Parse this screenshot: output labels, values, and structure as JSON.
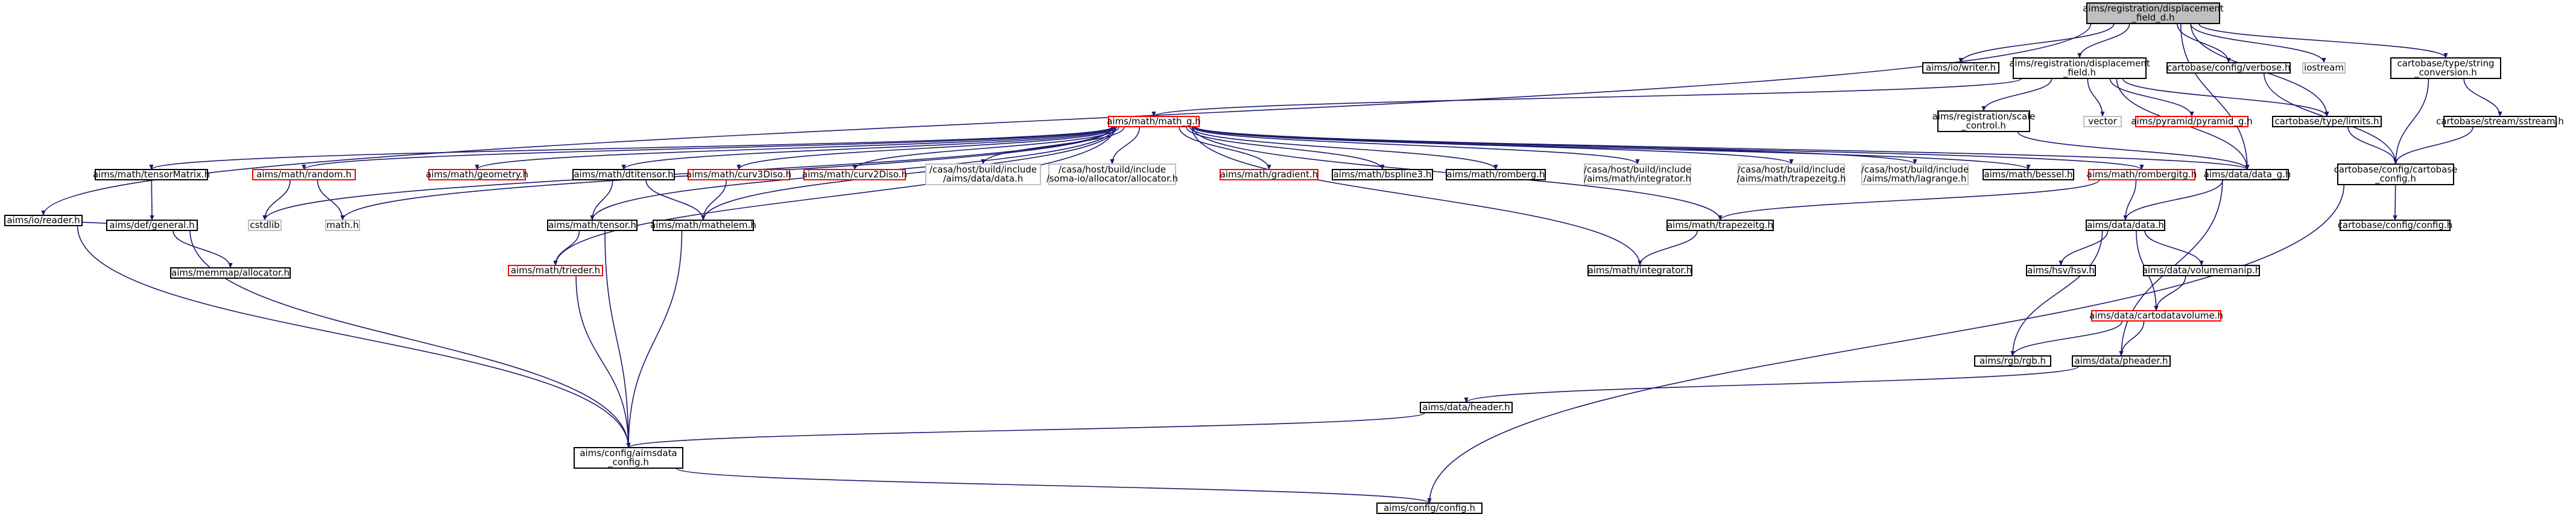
{
  "graph": {
    "colors": {
      "edge": "#191970",
      "node_border_default": "#000000",
      "node_border_incomplete": "#ff0000",
      "node_border_external": "#bfbfbf",
      "root_fill": "#bfbfbf",
      "node_fill": "#ffffff"
    },
    "nodes": [
      {
        "id": "root",
        "lines": [
          "aims/registration/displacement",
          "_field_d.h"
        ],
        "kind": "root"
      },
      {
        "id": "ioreader",
        "lines": [
          "aims/io/reader.h"
        ],
        "kind": "normal"
      },
      {
        "id": "iowriter",
        "lines": [
          "aims/io/writer.h"
        ],
        "kind": "normal"
      },
      {
        "id": "dispfield",
        "lines": [
          "aims/registration/displacement",
          "_field.h"
        ],
        "kind": "normal"
      },
      {
        "id": "verbose",
        "lines": [
          "cartobase/config/verbose.h"
        ],
        "kind": "normal"
      },
      {
        "id": "iostream",
        "lines": [
          "iostream"
        ],
        "kind": "external"
      },
      {
        "id": "strconv",
        "lines": [
          "cartobase/type/string",
          "_conversion.h"
        ],
        "kind": "normal"
      },
      {
        "id": "mathg",
        "lines": [
          "aims/math/math_g.h"
        ],
        "kind": "incomplete"
      },
      {
        "id": "scalectl",
        "lines": [
          "aims/registration/scale",
          "_control.h"
        ],
        "kind": "normal"
      },
      {
        "id": "vector",
        "lines": [
          "vector"
        ],
        "kind": "external"
      },
      {
        "id": "pyramidg",
        "lines": [
          "aims/pyramid/pyramid_g.h"
        ],
        "kind": "incomplete"
      },
      {
        "id": "limits",
        "lines": [
          "cartobase/type/limits.h"
        ],
        "kind": "normal"
      },
      {
        "id": "sstream",
        "lines": [
          "cartobase/stream/sstream.h"
        ],
        "kind": "normal"
      },
      {
        "id": "tensormatrix",
        "lines": [
          "aims/math/tensorMatrix.h"
        ],
        "kind": "normal"
      },
      {
        "id": "random",
        "lines": [
          "aims/math/random.h"
        ],
        "kind": "incomplete"
      },
      {
        "id": "cstdlib",
        "lines": [
          "cstdlib"
        ],
        "kind": "external"
      },
      {
        "id": "mathh",
        "lines": [
          "math.h"
        ],
        "kind": "external"
      },
      {
        "id": "geometry",
        "lines": [
          "aims/math/geometry.h"
        ],
        "kind": "incomplete"
      },
      {
        "id": "dtitensor",
        "lines": [
          "aims/math/dtitensor.h"
        ],
        "kind": "normal"
      },
      {
        "id": "curv3diso",
        "lines": [
          "aims/math/curv3Diso.h"
        ],
        "kind": "incomplete"
      },
      {
        "id": "curv2diso",
        "lines": [
          "aims/math/curv2Diso.h"
        ],
        "kind": "incomplete"
      },
      {
        "id": "casadata",
        "lines": [
          "/casa/host/build/include",
          "/aims/data/data.h"
        ],
        "kind": "external"
      },
      {
        "id": "casaalloc",
        "lines": [
          "/casa/host/build/include",
          "/soma-io/allocator/allocator.h"
        ],
        "kind": "external"
      },
      {
        "id": "gradient",
        "lines": [
          "aims/math/gradient.h"
        ],
        "kind": "incomplete"
      },
      {
        "id": "bspline3",
        "lines": [
          "aims/math/bspline3.h"
        ],
        "kind": "normal"
      },
      {
        "id": "romberg",
        "lines": [
          "aims/math/romberg.h"
        ],
        "kind": "normal"
      },
      {
        "id": "casaintegrator",
        "lines": [
          "/casa/host/build/include",
          "/aims/math/integrator.h"
        ],
        "kind": "external"
      },
      {
        "id": "casatrapezeitg",
        "lines": [
          "/casa/host/build/include",
          "/aims/math/trapezeitg.h"
        ],
        "kind": "external"
      },
      {
        "id": "casalagrange",
        "lines": [
          "/casa/host/build/include",
          "/aims/math/lagrange.h"
        ],
        "kind": "external"
      },
      {
        "id": "bessel",
        "lines": [
          "aims/math/bessel.h"
        ],
        "kind": "normal"
      },
      {
        "id": "rombergitg",
        "lines": [
          "aims/math/rombergitg.h"
        ],
        "kind": "incomplete"
      },
      {
        "id": "datag",
        "lines": [
          "aims/data/data_g.h"
        ],
        "kind": "normal"
      },
      {
        "id": "cartoconfig",
        "lines": [
          "cartobase/config/cartobase",
          "_config.h"
        ],
        "kind": "normal"
      },
      {
        "id": "defgeneral",
        "lines": [
          "aims/def/general.h"
        ],
        "kind": "normal"
      },
      {
        "id": "memmap",
        "lines": [
          "aims/memmap/allocator.h"
        ],
        "kind": "normal"
      },
      {
        "id": "tensor",
        "lines": [
          "aims/math/tensor.h"
        ],
        "kind": "normal"
      },
      {
        "id": "mathelem",
        "lines": [
          "aims/math/mathelem.h"
        ],
        "kind": "normal"
      },
      {
        "id": "trapezeitg",
        "lines": [
          "aims/math/trapezeitg.h"
        ],
        "kind": "normal"
      },
      {
        "id": "datah",
        "lines": [
          "aims/data/data.h"
        ],
        "kind": "normal"
      },
      {
        "id": "carto_config",
        "lines": [
          "cartobase/config/config.h"
        ],
        "kind": "normal"
      },
      {
        "id": "trieder",
        "lines": [
          "aims/math/trieder.h"
        ],
        "kind": "incomplete"
      },
      {
        "id": "integrator",
        "lines": [
          "aims/math/integrator.h"
        ],
        "kind": "normal"
      },
      {
        "id": "hsv",
        "lines": [
          "aims/hsv/hsv.h"
        ],
        "kind": "normal"
      },
      {
        "id": "volumemanip",
        "lines": [
          "aims/data/volumemanip.h"
        ],
        "kind": "normal"
      },
      {
        "id": "cartodatavolume",
        "lines": [
          "aims/data/cartodatavolume.h"
        ],
        "kind": "incomplete"
      },
      {
        "id": "rgb",
        "lines": [
          "aims/rgb/rgb.h"
        ],
        "kind": "normal"
      },
      {
        "id": "pheader",
        "lines": [
          "aims/data/pheader.h"
        ],
        "kind": "normal"
      },
      {
        "id": "header",
        "lines": [
          "aims/data/header.h"
        ],
        "kind": "normal"
      },
      {
        "id": "aimsdataconfig",
        "lines": [
          "aims/config/aimsdata",
          "_config.h"
        ],
        "kind": "normal"
      },
      {
        "id": "aimsconfig",
        "lines": [
          "aims/config/config.h"
        ],
        "kind": "normal"
      }
    ]
  }
}
